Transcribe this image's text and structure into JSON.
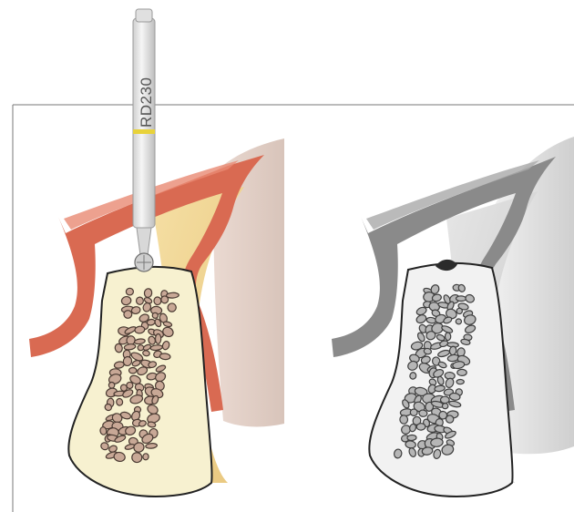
{
  "drill": {
    "label": "RD230",
    "band_color": "#e8d23a",
    "shaft_color": "#e9e9e9"
  },
  "panels": [
    {
      "name": "colored",
      "bone_fill": "#f7f1d0",
      "gum_color": "#d96a52",
      "tissue_color": "#e3cfc6",
      "pore_color": "#b9998a"
    },
    {
      "name": "grayscale",
      "bone_fill": "#f2f2f2",
      "gum_color": "#8a8a8a",
      "tissue_color": "#d9d9d9",
      "pore_color": "#a8a8a8",
      "osteotomy_mark_color": "#2b2b2b"
    }
  ]
}
